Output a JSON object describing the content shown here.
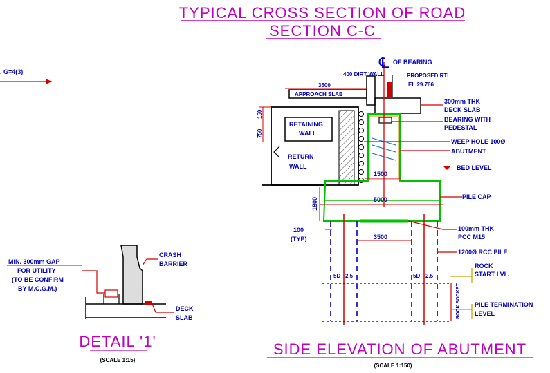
{
  "titles": {
    "main_line1": "TYPICAL CROSS SECTION OF ROAD",
    "main_line2": "SECTION C-C",
    "elevation": "SIDE ELEVATION OF ABUTMENT",
    "elevation_scale": "(SCALE 1:150)",
    "detail": "DETAIL '1'",
    "detail_scale": "(SCALE 1:15)"
  },
  "left_edge_note": ". G=4(3)",
  "detail_labels": {
    "gap_line1": "MIN. 300mm GAP",
    "gap_line2": "FOR UTILITY",
    "gap_line3": "(TO BE CONFIRM",
    "gap_line4": "BY M.C.G.M.)",
    "crash_line1": "CRASH",
    "crash_line2": "BARRIER",
    "deck_line1": "DECK",
    "deck_line2": "SLAB"
  },
  "elevation_labels": {
    "cl_symbol": "℄",
    "cl_bearing": "OF BEARING",
    "dirt_wall": "400 DIRT WALL",
    "proposed_rtl": "PROPOSED RTL",
    "el_value": "EL.29.766",
    "dim_3500_top": "3500",
    "approach_slab": "APPROACH SLAB",
    "deck_slab_line1": "300mm THK",
    "deck_slab_line2": "DECK SLAB",
    "bearing_line1": "BEARING WITH",
    "bearing_line2": "PEDESTAL",
    "weep_hole": "WEEP HOLE 100Ø",
    "abutment": "ABUTMENT",
    "bed_level": "BED LEVEL",
    "retaining_line1": "RETAINING",
    "retaining_line2": "WALL",
    "return_line1": "RETURN",
    "return_line2": "WALL",
    "dim_150": "150",
    "dim_750": "750",
    "dim_1500": "1500",
    "dim_5000": "5000",
    "dim_1800": "1800",
    "pile_cap": "PILE CAP",
    "dim_100": "100",
    "typ": "(TYP)",
    "pcc_line1": "100mm THK",
    "pcc_line2": "PCC M15",
    "dim_3500_mid": "3500",
    "rcc_pile": "1200Ø RCC PILE",
    "dim_5d": "5D",
    "dim_25": "2.5",
    "rock_line1": "ROCK",
    "rock_line2": "START LVL.",
    "rock_socket": "ROCK SOCKET",
    "pile_term_line1": "PILE TERMINATION",
    "pile_term_line2": "LEVEL"
  },
  "colors": {
    "title": "#c000c0",
    "structure": "#000000",
    "dimension": "#d40000",
    "green_outline": "#00c000",
    "pile": "#0000c0",
    "hatch_blue": "#0070d0",
    "label_line": "#d40000",
    "yellow": "#c8a000",
    "orange": "#e08000"
  }
}
